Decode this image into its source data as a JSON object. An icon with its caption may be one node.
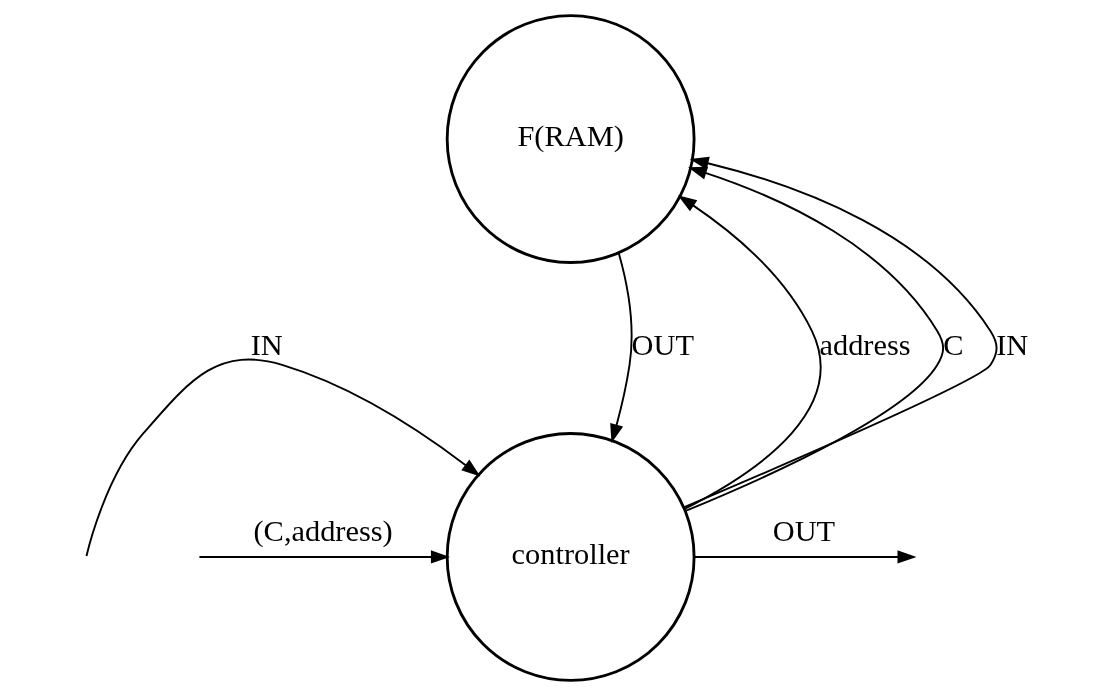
{
  "diagram": {
    "nodes": [
      {
        "text": [
          "F(RAM)"
        ]
      },
      {
        "text": [
          "controller"
        ]
      }
    ],
    "edges": [
      {
        "from": 1,
        "to": 0,
        "arrow": "to",
        "label": "address"
      },
      {
        "from": 1,
        "to": 0,
        "arrow": "to",
        "label": "C"
      },
      {
        "from": 1,
        "to": 0,
        "arrow": "to",
        "label": "IN"
      },
      {
        "from": 0,
        "to": 1,
        "arrow": "to",
        "label": "OUT"
      },
      {
        "from": null,
        "to": 1,
        "arrow": "to",
        "label": "IN"
      },
      {
        "from": null,
        "to": 1,
        "arrow": "to",
        "label": "(C,address)"
      },
      {
        "from": 1,
        "to": null,
        "arrow": "to",
        "label": "OUT"
      }
    ]
  }
}
